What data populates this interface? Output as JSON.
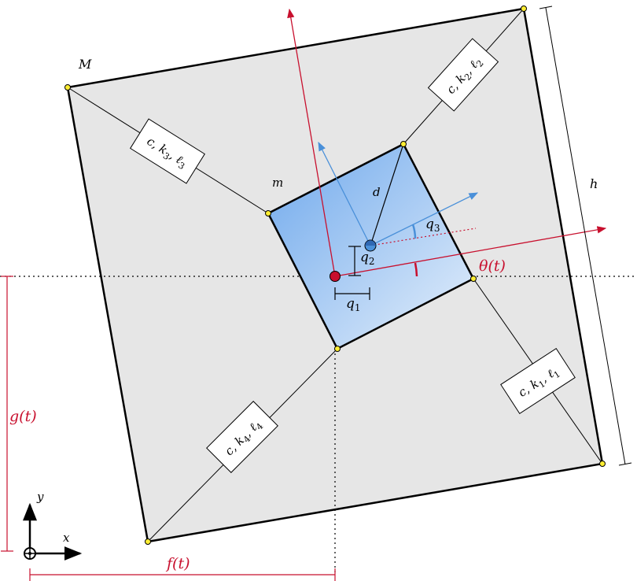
{
  "labels": {
    "outer_mass": "M",
    "inner_mass": "m",
    "height": "h",
    "arm_length": "d",
    "q1": "q",
    "q1_sub": "1",
    "q2": "q",
    "q2_sub": "2",
    "q3": "q",
    "q3_sub": "3",
    "theta": "θ(t)",
    "g_func": "g(t)",
    "f_func": "f(t)",
    "axis_x": "x",
    "axis_y": "y"
  },
  "springs": [
    {
      "c": "c",
      "k": "k",
      "k_sub": "1",
      "l": "ℓ",
      "l_sub": "1"
    },
    {
      "c": "c",
      "k": "k",
      "k_sub": "2",
      "l": "ℓ",
      "l_sub": "2"
    },
    {
      "c": "c",
      "k": "k",
      "k_sub": "3",
      "l": "ℓ",
      "l_sub": "3"
    },
    {
      "c": "c",
      "k": "k",
      "k_sub": "4",
      "l": "ℓ",
      "l_sub": "4"
    }
  ],
  "colors": {
    "frame_fill": "#e6e6e6",
    "inner_gradient_start": "#6ea8ec",
    "inner_gradient_end": "#e6f0fb",
    "red": "#c8102e",
    "blue": "#4a90d9",
    "node_fill": "#ffee33"
  }
}
